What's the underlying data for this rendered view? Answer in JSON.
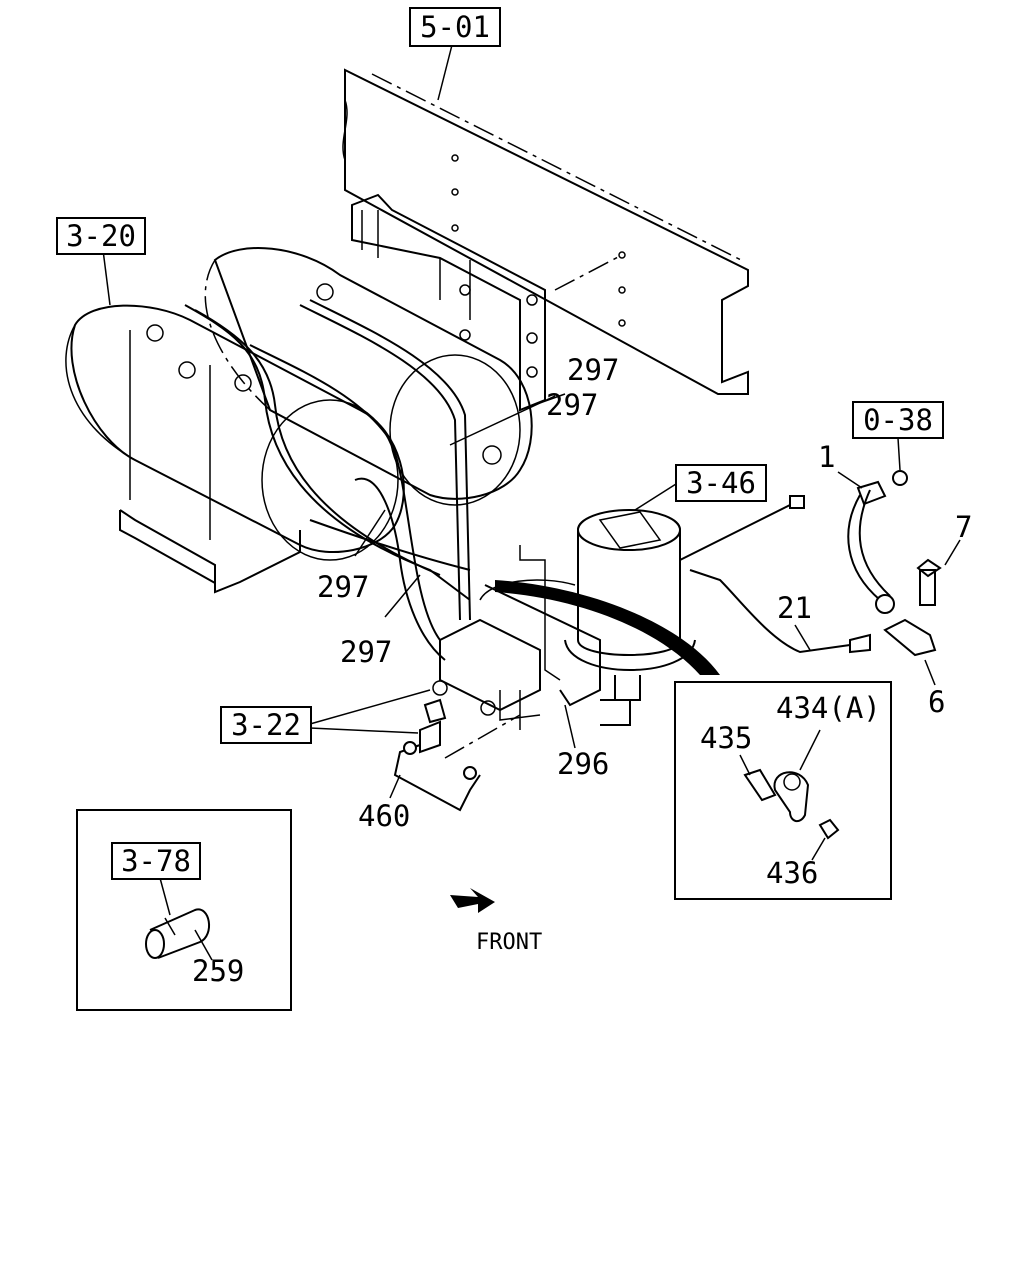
{
  "ref_boxes": {
    "r501": "5-01",
    "r320": "3-20",
    "r038": "0-38",
    "r346": "3-46",
    "r322": "3-22",
    "r378": "3-78"
  },
  "part_labels": {
    "p297a": "297",
    "p297b": "297",
    "p297c": "297",
    "p297d": "297",
    "p1": "1",
    "p7": "7",
    "p21": "21",
    "p6": "6",
    "p296": "296",
    "p460": "460",
    "p434": "434(A)",
    "p435": "435",
    "p436": "436",
    "p259": "259"
  },
  "direction": {
    "front": "FRONT"
  }
}
